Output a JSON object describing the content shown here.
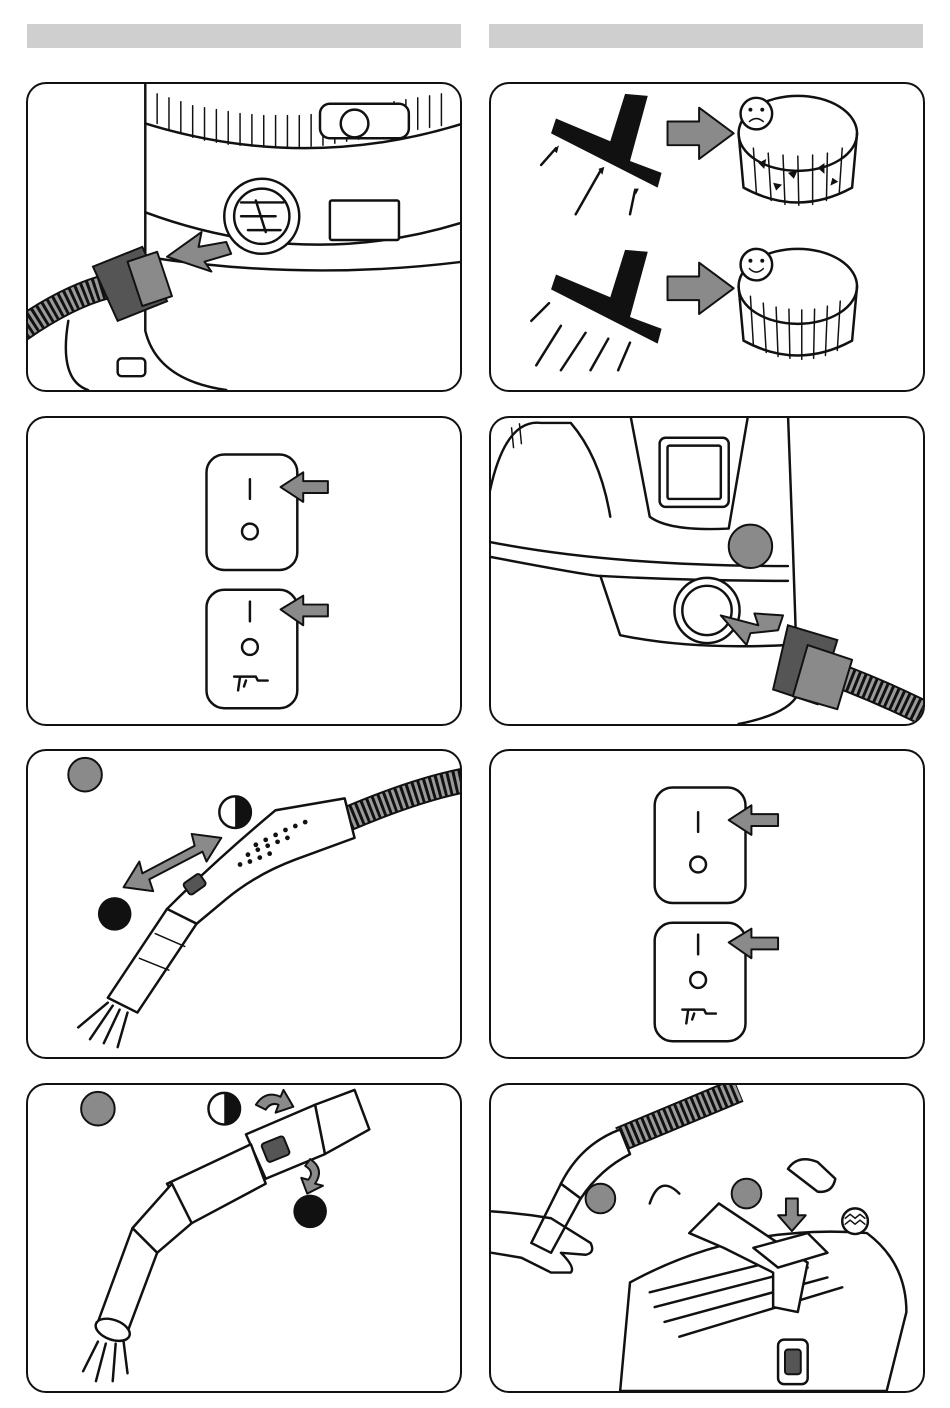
{
  "layout": {
    "header_bars": [
      "left-column-title-bar",
      "right-column-title-bar"
    ]
  },
  "colors": {
    "header_bar": "#cfcfcf",
    "panel_border": "#111111",
    "arrow_fill": "#8a8a8a",
    "marker_gray": "#8f8f8f",
    "marker_black": "#111111"
  },
  "panels": [
    {
      "id": "panel-1",
      "depicts": "hose-connect-inlet"
    },
    {
      "id": "panel-2",
      "depicts": "filter-clogged-vs-clean",
      "icons": [
        "sad-face-icon",
        "happy-face-icon"
      ]
    },
    {
      "id": "panel-3",
      "depicts": "power-switch-on",
      "icons": [
        "switch-icon",
        "power-tool-icon"
      ]
    },
    {
      "id": "panel-4",
      "depicts": "hose-connect-blow-port"
    },
    {
      "id": "panel-5",
      "depicts": "handle-airflow-slider",
      "icons": [
        "half-circle-icon"
      ]
    },
    {
      "id": "panel-6",
      "depicts": "power-switch-on",
      "icons": [
        "switch-icon",
        "power-tool-icon"
      ]
    },
    {
      "id": "panel-7",
      "depicts": "wand-airflow-ring",
      "icons": [
        "half-circle-icon"
      ]
    },
    {
      "id": "panel-8",
      "depicts": "storage-hose-on-lid",
      "icons": [
        "hand-icon",
        "filter-clean-icon"
      ]
    }
  ]
}
